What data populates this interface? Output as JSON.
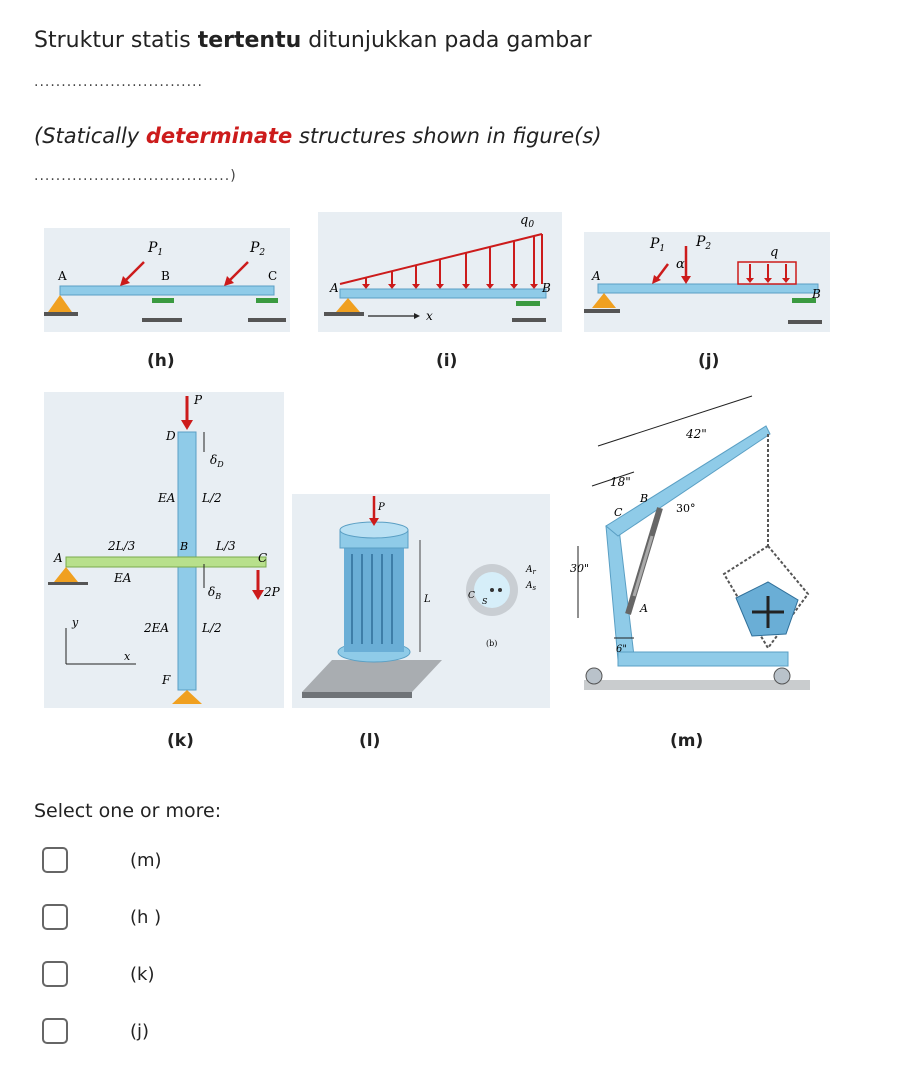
{
  "question": {
    "line1_pre": "Struktur statis ",
    "line1_bold": "tertentu",
    "line1_post": " ditunjukkan pada gambar",
    "dots1": "...............................",
    "line2_pre": "(Statically ",
    "line2_bold": "determinate",
    "line2_post": " structures shown in figure(s)",
    "dots2": "....................................)"
  },
  "figures": {
    "h": {
      "label": "(h)",
      "P1": "P",
      "P1sub": "1",
      "P2": "P",
      "P2sub": "2",
      "A": "A",
      "B": "B",
      "C": "C"
    },
    "i": {
      "label": "(i)",
      "q0": "q",
      "q0sub": "0",
      "A": "A",
      "B": "B",
      "x": "x"
    },
    "j": {
      "label": "(j)",
      "P1": "P",
      "P1sub": "1",
      "P2": "P",
      "P2sub": "2",
      "alpha": "α",
      "q": "q",
      "A": "A",
      "B": "B"
    },
    "k": {
      "label": "(k)",
      "P": "P",
      "D": "D",
      "deltaD": "δ",
      "deltaDsub": "D",
      "EA": "EA",
      "L2a": "L/2",
      "twoL3": "2L/3",
      "B": "B",
      "L3": "L/3",
      "A": "A",
      "C": "C",
      "EA2": "EA",
      "deltaB": "δ",
      "deltaBsub": "B",
      "twoP": "2P",
      "y": "y",
      "twoEA": "2EA",
      "L2b": "L/2",
      "x": "x",
      "F": "F"
    },
    "l": {
      "label": "(l)",
      "P": "P",
      "L": "L",
      "Ar": "A",
      "Arsub": "r",
      "As": "A",
      "Assub": "s",
      "C": "C",
      "S": "S",
      "b": "(b)"
    },
    "m": {
      "label": "(m)",
      "dim42": "42\"",
      "dim18": "18\"",
      "B": "B",
      "C": "C",
      "angle30top": "30°",
      "dim30": "30\"",
      "A": "A",
      "dim6": "6\""
    }
  },
  "prompt": "Select one or more:",
  "options": [
    {
      "label": "(m)",
      "checked": false
    },
    {
      "label": "(h )",
      "checked": false
    },
    {
      "label": "(k)",
      "checked": false
    },
    {
      "label": "(j)",
      "checked": false
    }
  ]
}
